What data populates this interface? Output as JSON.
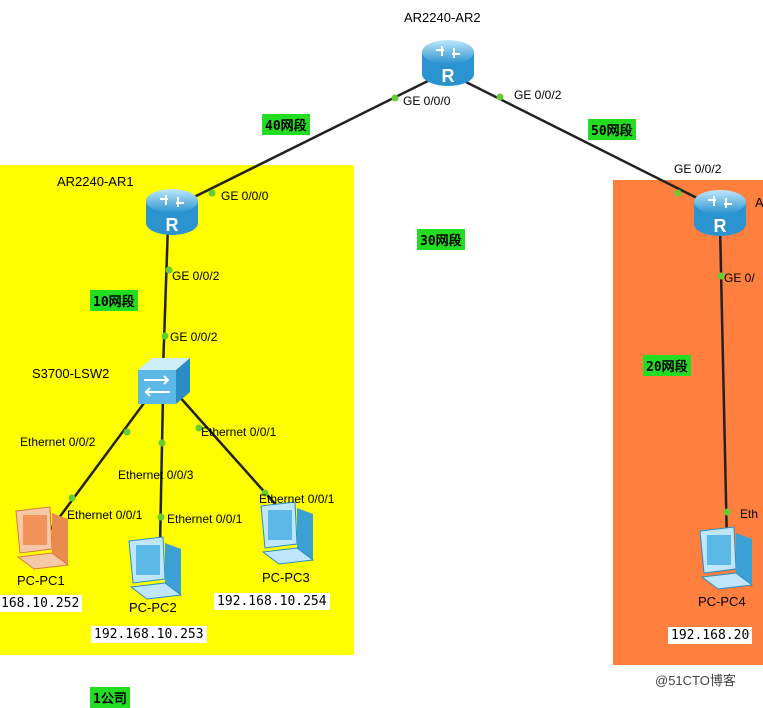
{
  "devices": {
    "ar2": "AR2240-AR2",
    "ar1": "AR2240-AR1",
    "ar3_partial": "A",
    "lsw2": "S3700-LSW2",
    "pc1": "PC-PC1",
    "pc2": "PC-PC2",
    "pc3": "PC-PC3",
    "pc4": "PC-PC4"
  },
  "ports": {
    "ar2_ge000": "GE 0/0/0",
    "ar2_ge002": "GE 0/0/2",
    "ar1_ge000": "GE 0/0/0",
    "ar1_ge002": "GE 0/0/2",
    "lsw2_ge002": "GE 0/0/2",
    "ar3_ge002": "GE 0/0/2",
    "ar3_ge00_partial": "GE 0/",
    "lsw2_eth002": "Ethernet 0/0/2",
    "lsw2_eth003": "Ethernet 0/0/3",
    "lsw2_eth001": "Ethernet 0/0/1",
    "pc1_eth": "Ethernet 0/0/1",
    "pc2_eth": "Ethernet 0/0/1",
    "pc3_eth": "Ethernet 0/0/1",
    "pc4_eth_partial": "Eth"
  },
  "segments": {
    "s40": "40网段",
    "s50": "50网段",
    "s30": "30网段",
    "s10": "10网段",
    "s20": "20网段",
    "bottom_partial": "1公司"
  },
  "ips": {
    "pc1": "168.10.252",
    "pc2": "192.168.10.253",
    "pc3": "192.168.10.254",
    "pc4": "192.168.20"
  },
  "watermark": "@51CTO博客",
  "colors": {
    "zone_yellow": "#ffff00",
    "zone_orange": "#ff7f3f",
    "segment_label": "#22dd22",
    "router": "#4fb3e8",
    "link": "#222222",
    "port_dot": "#66cc33"
  }
}
